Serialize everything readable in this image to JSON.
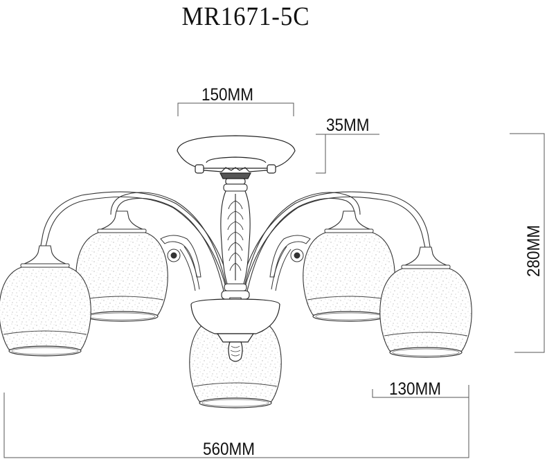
{
  "drawing": {
    "title": "MR1671-5C",
    "type": "chandelier dimension drawing",
    "lamp_count": 5
  },
  "dimensions": {
    "canopy_width": "150MM",
    "canopy_height": "35MM",
    "overall_height": "280MM",
    "shade_width": "130MM",
    "overall_width": "560MM"
  },
  "colors": {
    "line": "#222222",
    "dimension_line": "#555555",
    "background": "#ffffff"
  }
}
